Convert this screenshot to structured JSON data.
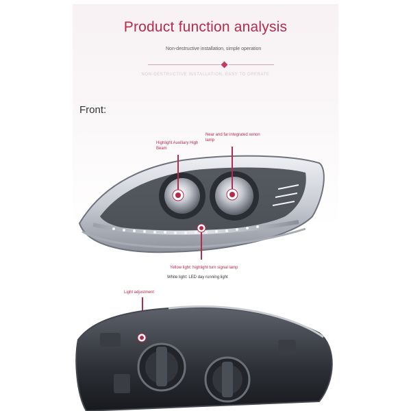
{
  "header": {
    "title": "Product function analysis",
    "subnote": "Non-destructive installation, simple operation",
    "faint_caption": "NON-DESTRUCTIVE INSTALLATION, EASY TO OPERATE"
  },
  "section": {
    "front_label": "Front:"
  },
  "callouts": {
    "high_beam": "Highlight Auxiliary High Beam",
    "xenon": "Near and far integrated xenon lamp",
    "yellow_light": "Yellow light: highlight turn signal lamp",
    "white_light": "White light: LED day running light",
    "adjustment": "Light adjustment"
  },
  "colors": {
    "accent": "#b52b4c",
    "text": "#333333"
  },
  "icons": {
    "marker": "ring-marker-icon",
    "divider": "diamond-icon"
  }
}
